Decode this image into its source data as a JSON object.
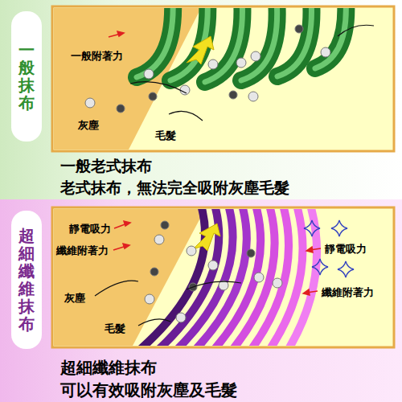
{
  "diagram": {
    "nodes": [
      {
        "text": [
          "一般抹布"
        ]
      },
      {
        "text": [
          "超細纖維抹布"
        ]
      }
    ],
    "labels": [
      "一般附著力",
      "灰塵",
      "毛髮",
      "一般老式抹布",
      "老式抹布，無法完全吸附灰塵毛髮",
      "靜電吸力",
      "纖維附著力",
      "靜電吸力",
      "纖維附著力",
      "灰塵",
      "毛髮",
      "超細纖維抹布",
      "可以有效吸附灰塵及毛髮"
    ]
  }
}
